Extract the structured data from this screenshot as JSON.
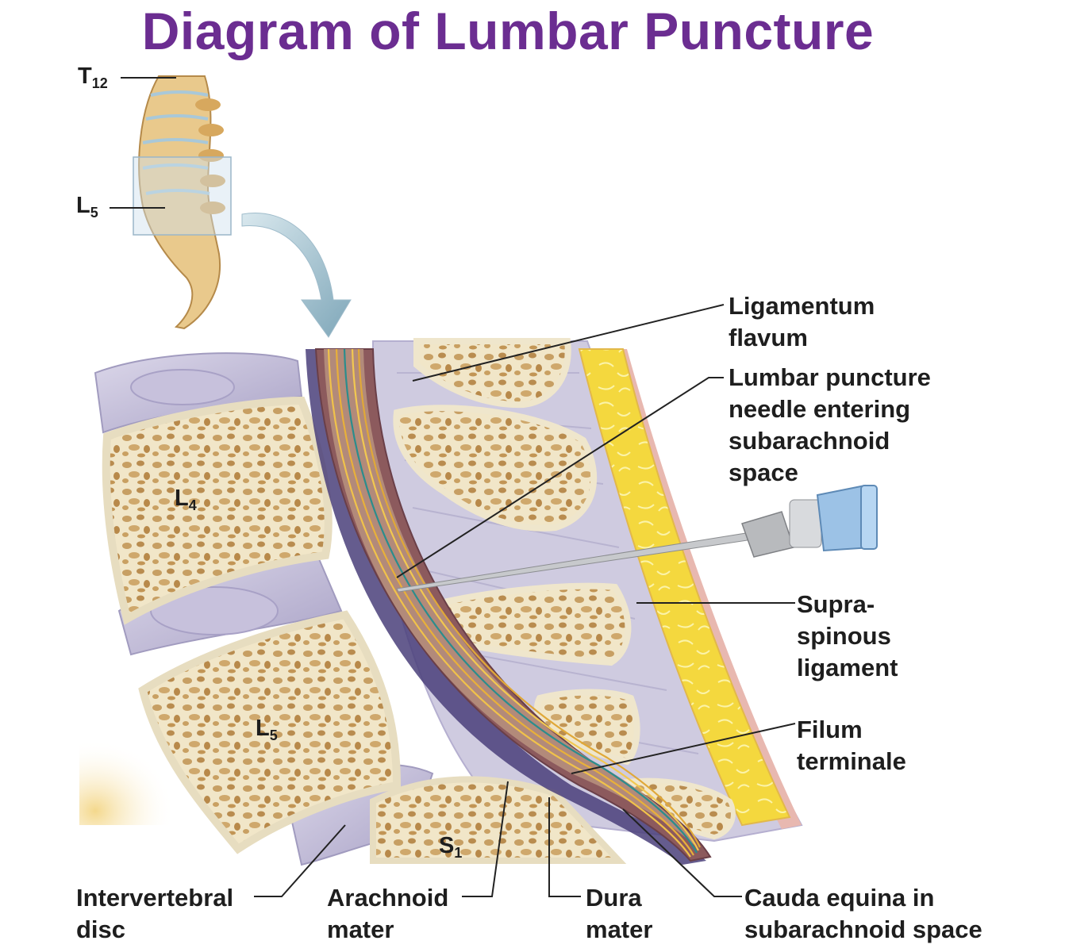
{
  "title": "Diagram of Lumbar Puncture",
  "spine_inset": {
    "top_label": {
      "main": "T",
      "sub": "12"
    },
    "bottom_label": {
      "main": "L",
      "sub": "5"
    }
  },
  "vertebra_labels": {
    "l4": {
      "main": "L",
      "sub": "4"
    },
    "l5": {
      "main": "L",
      "sub": "5"
    },
    "s1": {
      "main": "S",
      "sub": "1"
    }
  },
  "callouts": {
    "ligamentum_flavum": [
      "Ligamentum",
      "flavum"
    ],
    "lumbar_puncture_needle": [
      "Lumbar puncture",
      "needle entering",
      "subarachnoid",
      "space"
    ],
    "supraspinous_ligament": [
      "Supra-",
      "spinous",
      "ligament"
    ],
    "filum_terminale": [
      "Filum",
      "terminale"
    ],
    "intervertebral_disc": [
      "Intervertebral",
      "disc"
    ],
    "arachnoid_mater": [
      "Arachnoid",
      "mater"
    ],
    "dura_mater": [
      "Dura",
      "mater"
    ],
    "cauda_equina": [
      "Cauda equina in",
      "subarachnoid space"
    ]
  },
  "colors": {
    "title": "#6b2d91",
    "bone": "#efe3c2",
    "bone_holes": "#c9a56c",
    "disc": "#b8b2d0",
    "dura": "#8a5a5a",
    "fat": "#f2d23c",
    "arrow": "#8fb4c4"
  }
}
